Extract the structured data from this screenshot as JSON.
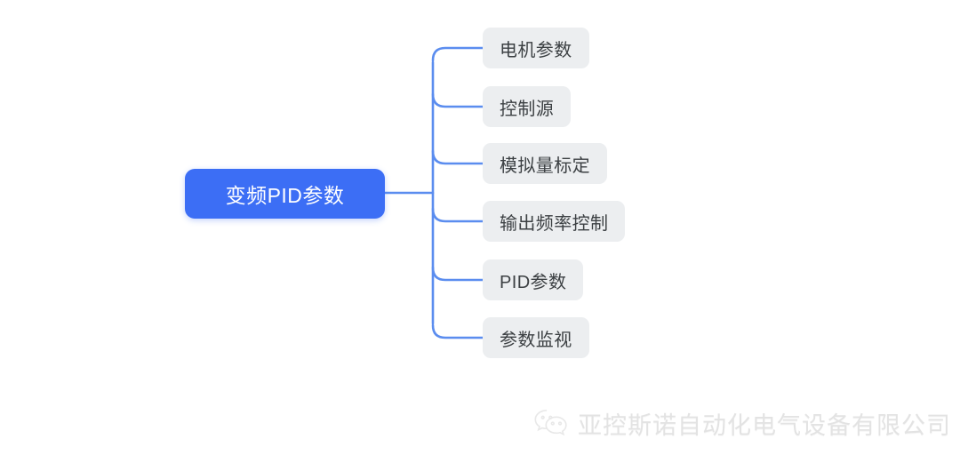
{
  "diagram": {
    "type": "mindmap",
    "root": {
      "label": "变频PID参数",
      "color": "#3c6ef5",
      "text_color": "#ffffff"
    },
    "children": [
      {
        "label": "电机参数"
      },
      {
        "label": "控制源"
      },
      {
        "label": "模拟量标定"
      },
      {
        "label": "输出频率控制"
      },
      {
        "label": "PID参数"
      },
      {
        "label": "参数监视"
      }
    ],
    "node_color": "#eceef0",
    "node_text_color": "#3c4043",
    "connector_color": "#5b8def"
  },
  "watermark": {
    "icon": "wechat-icon",
    "text": "亚控斯诺自动化电气设备有限公司",
    "color": "#e3e3e3"
  }
}
